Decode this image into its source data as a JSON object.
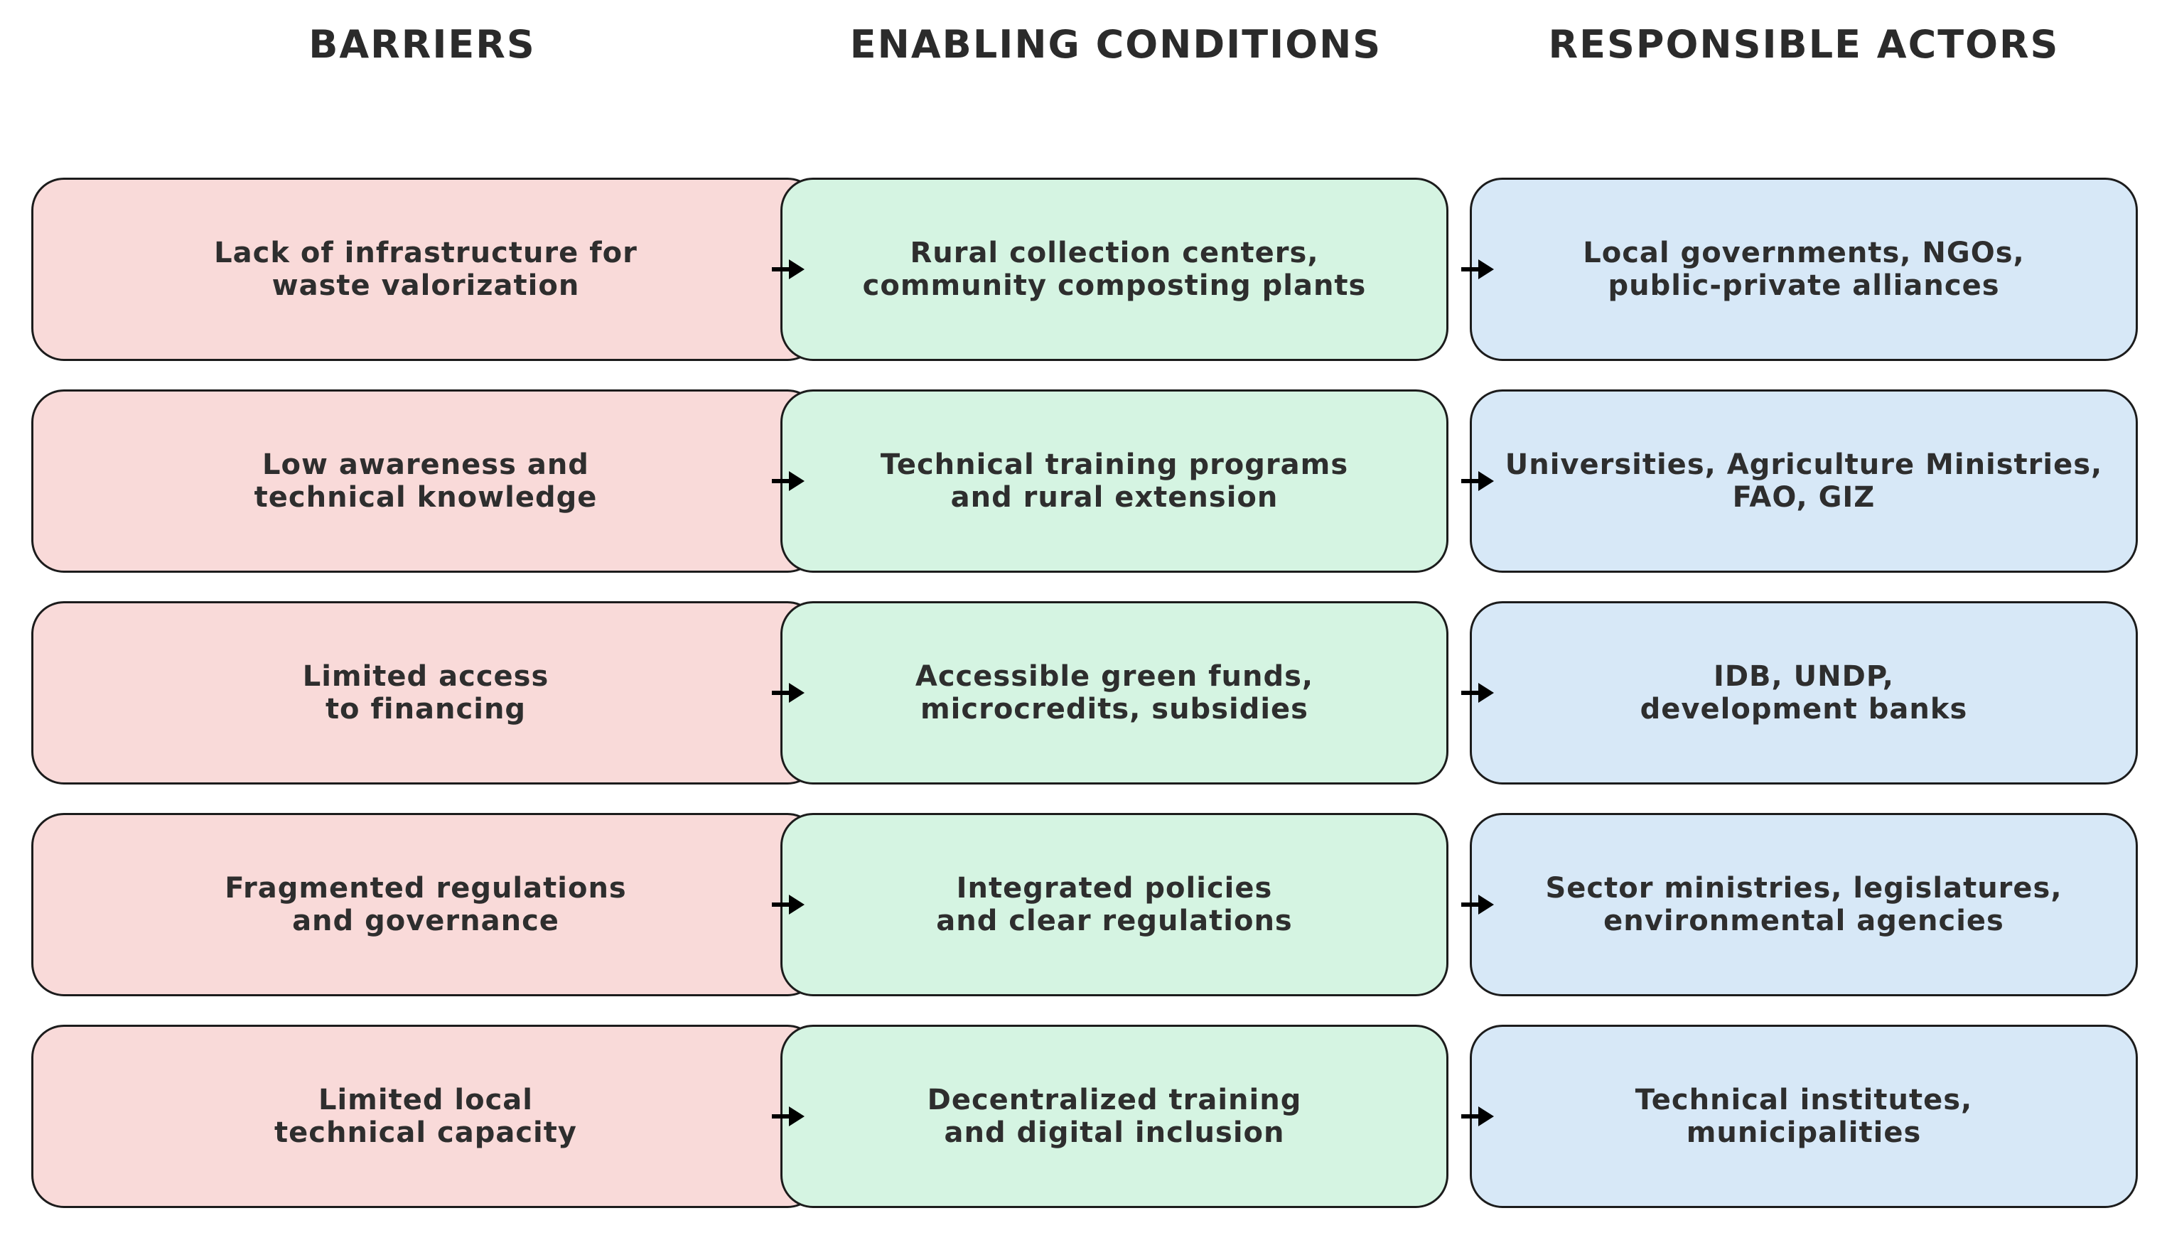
{
  "headers": {
    "barriers": "BARRIERS",
    "enabling": "ENABLING CONDITIONS",
    "actors": "RESPONSIBLE ACTORS"
  },
  "rows": [
    {
      "barrier": "Lack of infrastructure for\nwaste valorization",
      "enabling": "Rural collection centers,\ncommunity composting plants",
      "actor": "Local governments, NGOs,\npublic-private alliances"
    },
    {
      "barrier": "Low awareness and\ntechnical knowledge",
      "enabling": "Technical training programs\nand rural extension",
      "actor": "Universities, Agriculture Ministries,\nFAO, GIZ"
    },
    {
      "barrier": "Limited access\nto financing",
      "enabling": "Accessible green funds,\nmicrocredits, subsidies",
      "actor": "IDB, UNDP,\ndevelopment banks"
    },
    {
      "barrier": "Fragmented regulations\nand governance",
      "enabling": "Integrated policies\nand clear regulations",
      "actor": "Sector ministries, legislatures,\nenvironmental agencies"
    },
    {
      "barrier": "Limited local\ntechnical capacity",
      "enabling": "Decentralized training\nand digital inclusion",
      "actor": "Technical institutes,\nmunicipalities"
    }
  ],
  "colors": {
    "barrier_fill": "#f9dad9",
    "enabling_fill": "#d5f4e2",
    "actor_fill": "#d7e8f7",
    "stroke": "#1c1c1c",
    "arrow": "#000000"
  },
  "icons": {
    "connector": "arrow-right-icon"
  }
}
